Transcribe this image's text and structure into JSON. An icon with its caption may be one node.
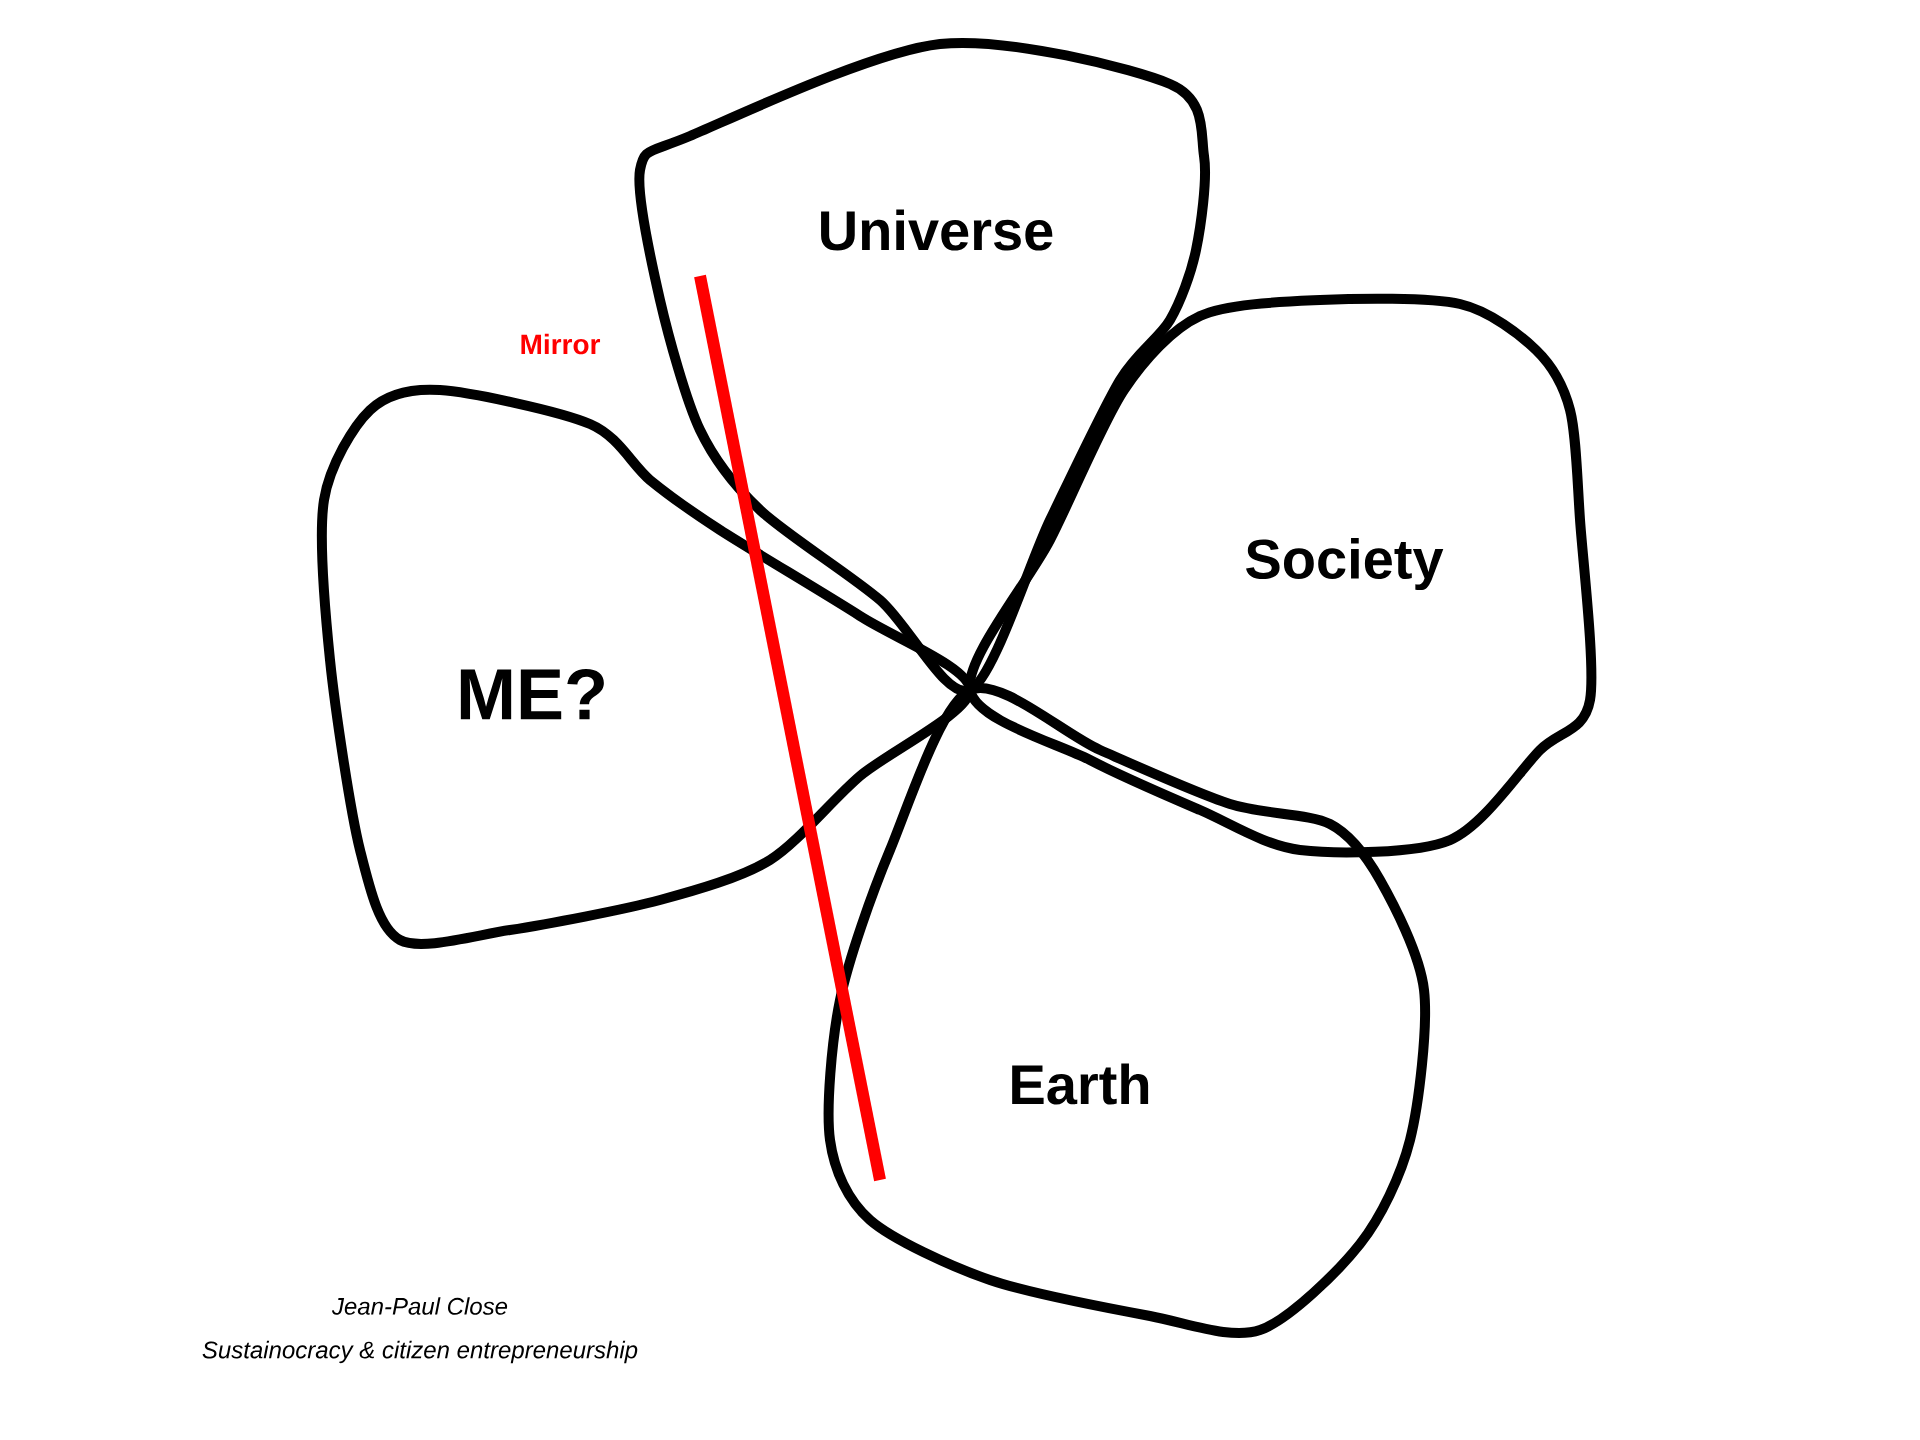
{
  "diagram": {
    "nodes": [
      {
        "text": [
          "Universe"
        ]
      },
      {
        "text": [
          "Society"
        ]
      },
      {
        "text": [
          "ME?"
        ]
      },
      {
        "text": [
          "Earth"
        ]
      },
      {
        "text": [],
        "shape": "bar"
      }
    ],
    "labels": [
      "Mirror",
      "Jean-Paul Close",
      "Sustainocracy & citizen entrepreneurship"
    ]
  }
}
